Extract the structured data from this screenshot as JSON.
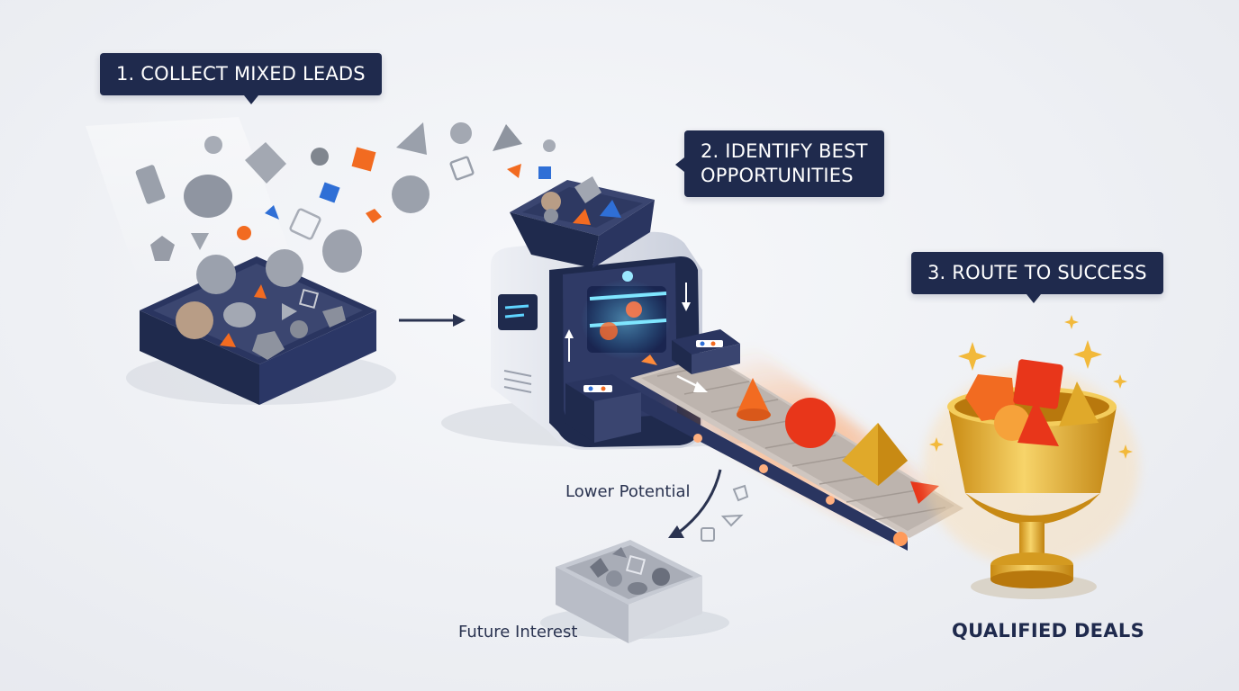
{
  "steps": {
    "collect": "1. COLLECT MIXED LEADS",
    "identify_line1": "2. IDENTIFY BEST",
    "identify_line2": "OPPORTUNITIES",
    "route": "3. ROUTE TO SUCCESS"
  },
  "labels": {
    "lower_potential": "Lower Potential",
    "future_interest": "Future Interest",
    "qualified_deals": "QUALIFIED DEALS"
  },
  "colors": {
    "navy": "#1f2a4d",
    "accent_orange": "#f26b21",
    "accent_blue": "#2f6fd6",
    "gold": "#e0a92a",
    "glow_cyan": "#46c8ff"
  }
}
